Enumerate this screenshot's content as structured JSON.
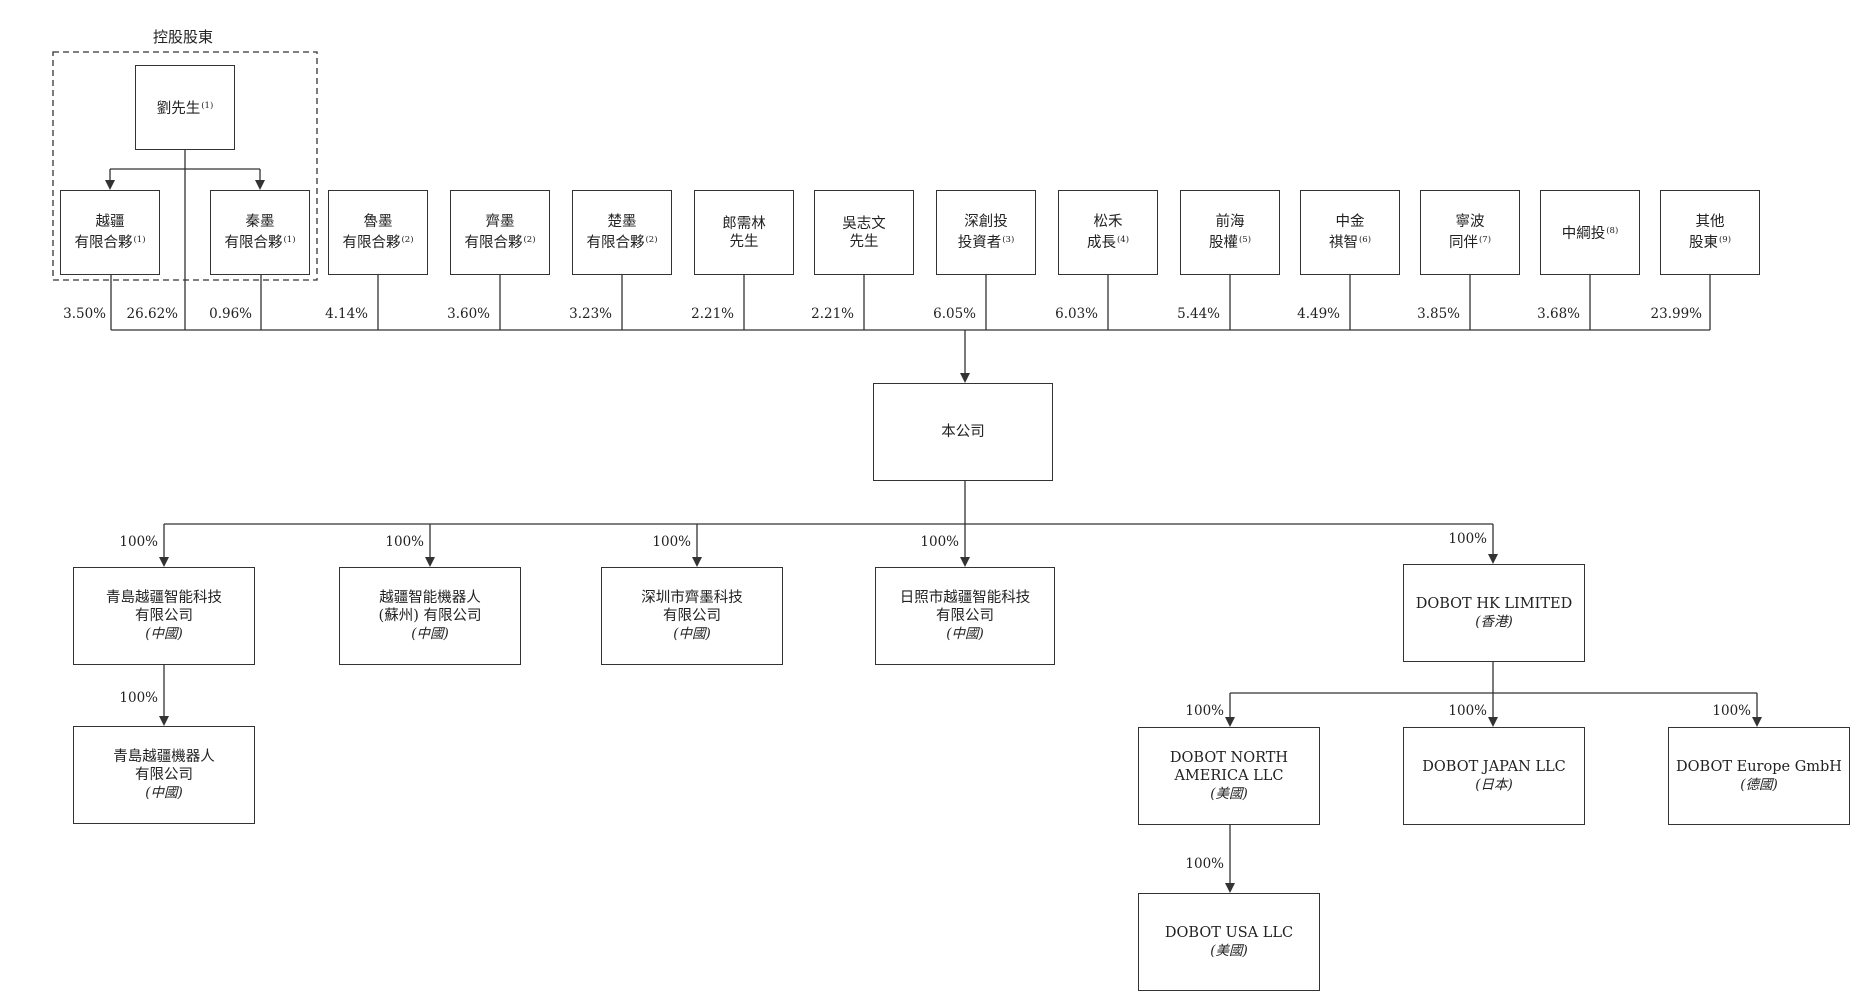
{
  "controlling_group_label": "控股股東",
  "liu": {
    "name": "劉先生",
    "note": "(1)"
  },
  "shareholders": [
    {
      "id": "yuejiang",
      "lines": [
        "越疆",
        "有限合夥"
      ],
      "note": "(1)",
      "pct": "3.50%"
    },
    {
      "id": "liu",
      "pct": "26.62%"
    },
    {
      "id": "qinmo",
      "lines": [
        "秦墨",
        "有限合夥"
      ],
      "note": "(1)",
      "pct": "0.96%"
    },
    {
      "id": "lumo",
      "lines": [
        "魯墨",
        "有限合夥"
      ],
      "note": "(2)",
      "pct": "4.14%"
    },
    {
      "id": "qimo",
      "lines": [
        "齊墨",
        "有限合夥"
      ],
      "note": "(2)",
      "pct": "3.60%"
    },
    {
      "id": "chumo",
      "lines": [
        "楚墨",
        "有限合夥"
      ],
      "note": "(2)",
      "pct": "3.23%"
    },
    {
      "id": "langleilin",
      "lines": [
        "郎需林",
        "先生"
      ],
      "note": "",
      "pct": "2.21%"
    },
    {
      "id": "wuzhiwen",
      "lines": [
        "吳志文",
        "先生"
      ],
      "note": "",
      "pct": "2.21%"
    },
    {
      "id": "shenchuang",
      "lines": [
        "深創投",
        "投資者"
      ],
      "note": "(3)",
      "pct": "6.05%"
    },
    {
      "id": "songhe",
      "lines": [
        "松禾",
        "成長"
      ],
      "note": "(4)",
      "pct": "6.03%"
    },
    {
      "id": "qianhai",
      "lines": [
        "前海",
        "股權"
      ],
      "note": "(5)",
      "pct": "5.44%"
    },
    {
      "id": "zhongjin",
      "lines": [
        "中金",
        "祺智"
      ],
      "note": "(6)",
      "pct": "4.49%"
    },
    {
      "id": "ningbo",
      "lines": [
        "寧波",
        "同伴"
      ],
      "note": "(7)",
      "pct": "3.85%"
    },
    {
      "id": "zhonggang",
      "lines": [
        "中綱投"
      ],
      "note": "(8)",
      "pct": "3.68%"
    },
    {
      "id": "others",
      "lines": [
        "其他",
        "股東"
      ],
      "note": "(9)",
      "pct": "23.99%"
    }
  ],
  "company": "本公司",
  "subsidiaries": [
    {
      "id": "qingdao",
      "lines": [
        "青島越疆智能科技",
        "有限公司"
      ],
      "loc": "(中國)",
      "pct": "100%"
    },
    {
      "id": "suzhou",
      "lines": [
        "越疆智能機器人",
        "(蘇州) 有限公司"
      ],
      "loc": "(中國)",
      "pct": "100%"
    },
    {
      "id": "shenzhen",
      "lines": [
        "深圳市齊墨科技",
        "有限公司"
      ],
      "loc": "(中國)",
      "pct": "100%"
    },
    {
      "id": "rizhao",
      "lines": [
        "日照市越疆智能科技",
        "有限公司"
      ],
      "loc": "(中國)",
      "pct": "100%"
    },
    {
      "id": "dobothk",
      "lines": [
        "DOBOT HK LIMITED"
      ],
      "loc": "(香港)",
      "pct": "100%"
    },
    {
      "id": "qdrobot",
      "lines": [
        "青島越疆機器人",
        "有限公司"
      ],
      "loc": "(中國)",
      "pct": "100%"
    },
    {
      "id": "dobotna",
      "lines": [
        "DOBOT NORTH",
        "AMERICA LLC"
      ],
      "loc": "(美國)",
      "pct": "100%"
    },
    {
      "id": "dobotjp",
      "lines": [
        "DOBOT JAPAN LLC"
      ],
      "loc": "(日本)",
      "pct": "100%"
    },
    {
      "id": "doboteu",
      "lines": [
        "DOBOT Europe GmbH"
      ],
      "loc": "(德國)",
      "pct": "100%"
    },
    {
      "id": "dobotusa",
      "lines": [
        "DOBOT USA LLC"
      ],
      "loc": "(美國)",
      "pct": "100%"
    }
  ]
}
